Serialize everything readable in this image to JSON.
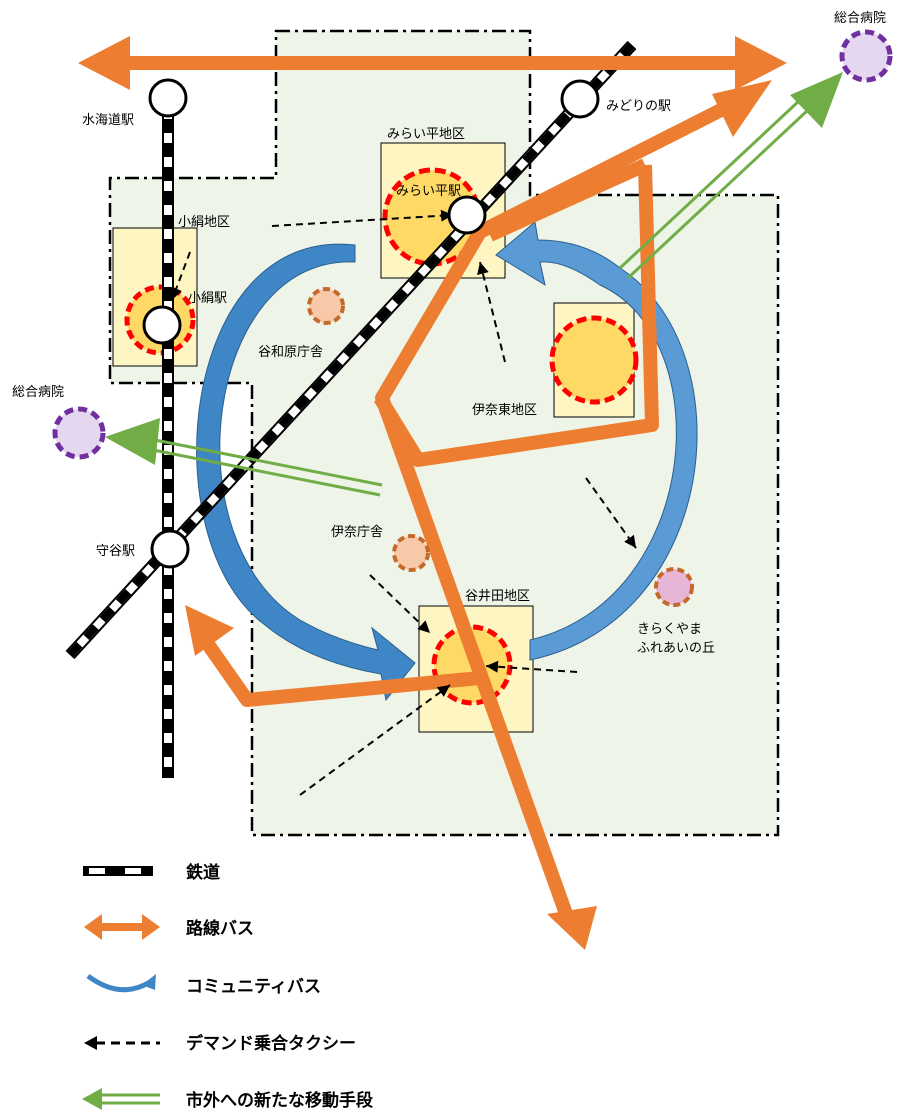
{
  "stations": {
    "mizukaido": "水海道駅",
    "midori": "みどりの駅",
    "mirai_daira": "みらい平駅",
    "kokinu": "小絹駅",
    "moriya": "守谷駅"
  },
  "districts": {
    "mirai_daira": "みらい平地区",
    "kokinu": "小絹地区",
    "ina_higashi": "伊奈東地区",
    "yawata": "谷井田地区"
  },
  "facilities": {
    "hospital_ne": "総合病院",
    "hospital_w": "総合病院",
    "yawarahara_office": "谷和原庁舎",
    "ina_office": "伊奈庁舎",
    "kirakuyama_line1": "きらくやま",
    "kirakuyama_line2": "ふれあいの丘"
  },
  "legend": {
    "railway": "鉄道",
    "route_bus": "路線バス",
    "community_bus": "コミュニティバス",
    "demand_taxi": "デマンド乗合タクシー",
    "new_transport": "市外への新たな移動手段"
  },
  "colors": {
    "zone_fill": "#eef4e8",
    "district_fill": "#fdf6c3",
    "hub_fill": "#ffd966",
    "hub_ring": "#ff0000",
    "route_bus": "#ed7d31",
    "community_bus": "#3f86c6",
    "new_transport": "#70ad47",
    "hospital_fill": "#e6d7f0",
    "hospital_ring": "#7030a0",
    "office_fill": "#f7c9a8",
    "office_ring": "#c5692b",
    "kirakuyama_fill": "#e7b6d6"
  }
}
